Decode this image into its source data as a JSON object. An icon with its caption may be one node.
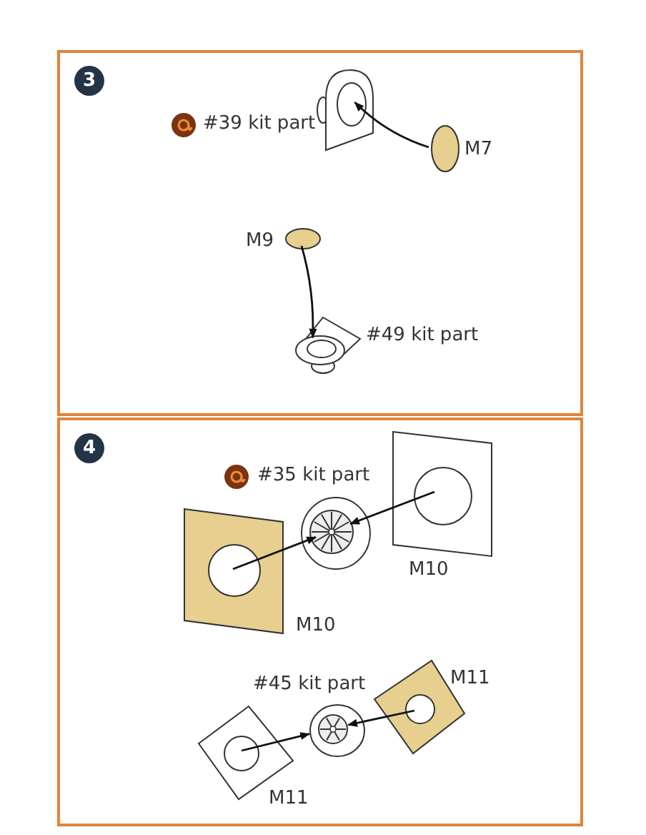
{
  "diagram": {
    "nodes": [
      {
        "text": [
          "3"
        ]
      },
      {
        "text": [],
        "shape": "picture",
        "in": 0,
        "beside": [
          "#39 kit part"
        ]
      },
      {
        "text": [],
        "shape": "circle",
        "in": 0,
        "beside": [
          "M7"
        ]
      },
      {
        "text": [],
        "shape": "circle",
        "in": 0,
        "beside": [
          "M9"
        ]
      },
      {
        "text": [],
        "shape": "picture",
        "in": 0,
        "beside": [
          "#49 kit part"
        ]
      },
      {
        "text": [
          "4"
        ]
      },
      {
        "text": [],
        "shape": "picture",
        "in": 5,
        "beside": [
          "#35 kit part"
        ]
      },
      {
        "text": [],
        "shape": "picture",
        "in": 5,
        "beside": [
          "M10"
        ]
      },
      {
        "text": [],
        "shape": "picture",
        "in": 5,
        "beside": [
          "M10"
        ]
      },
      {
        "text": [],
        "shape": "picture",
        "in": 5,
        "beside": [
          "#45 kit part"
        ]
      },
      {
        "text": [],
        "shape": "picture",
        "in": 5,
        "beside": [
          "M11"
        ]
      },
      {
        "text": [],
        "shape": "picture",
        "in": 5,
        "beside": [
          "M11"
        ]
      }
    ],
    "edges": [
      {
        "from": 2,
        "to": 1,
        "arrow": "to"
      },
      {
        "from": 3,
        "to": 4,
        "arrow": "to"
      },
      {
        "from": 7,
        "to": 6,
        "arrow": "to"
      },
      {
        "from": 8,
        "to": 6,
        "arrow": "to"
      },
      {
        "from": 10,
        "to": 9,
        "arrow": "to"
      },
      {
        "from": 11,
        "to": 9,
        "arrow": "to"
      }
    ]
  }
}
